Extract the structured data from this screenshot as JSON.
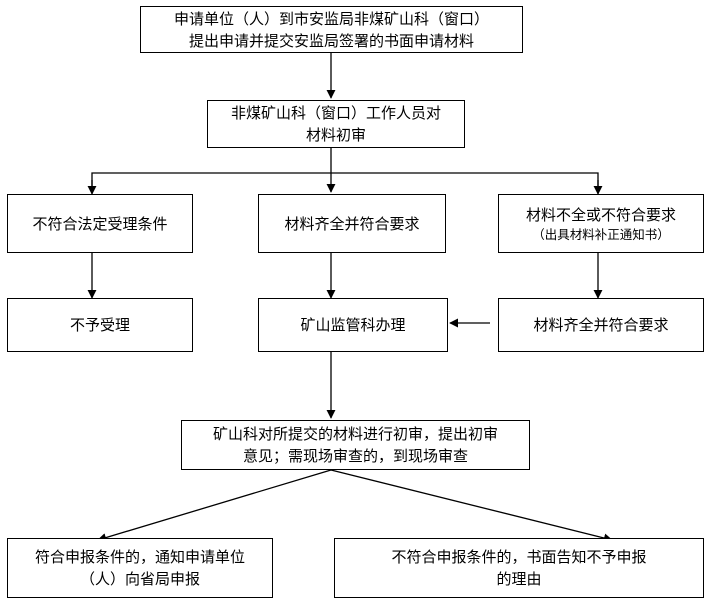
{
  "step1": {
    "line1": "申请单位（人）到市安监局非煤矿山科（窗口）",
    "line2": "提出申请并提交安监局签署的书面申请材料"
  },
  "step2": {
    "line1": "非煤矿山科（窗口）工作人员对",
    "line2": "材料初审"
  },
  "branch_left": {
    "text": "不符合法定受理条件"
  },
  "branch_mid": {
    "text": "材料齐全并符合要求"
  },
  "branch_right": {
    "line1": "材料不全或不符合要求",
    "line2": "（出具材料补正通知书）"
  },
  "reject": {
    "text": "不予受理"
  },
  "handle": {
    "text": "矿山监管科办理"
  },
  "supplemented": {
    "text": "材料齐全并符合要求"
  },
  "review": {
    "line1": "矿山科对所提交的材料进行初审，提出初审",
    "line2": "意见；需现场审查的，到现场审查"
  },
  "qualified": {
    "line1": "符合申报条件的，通知申请单位",
    "line2": "（人）向省局申报"
  },
  "unqualified": {
    "line1": "不符合申报条件的，书面告知不予申报",
    "line2": "的理由"
  }
}
